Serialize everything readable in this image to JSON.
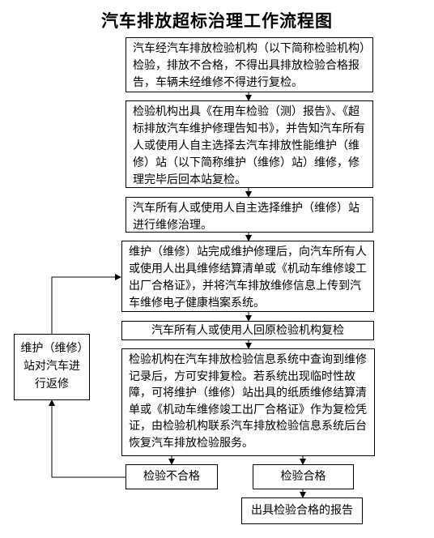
{
  "title": "汽车排放超标治理工作流程图",
  "steps": {
    "step1": "汽车经汽车排放检验机构（以下简称检验机构）检验，排放不合格，不得出具排放检验合格报告，车辆未经维修不得进行复检。",
    "step2": "检验机构出具《在用车检验（测）报告》、《超标排放汽车维护修理告知书》，并告知汽车所有人或使用人自主选择去汽车排放性能维护（维修）站（以下简称维护（维修）站）维修，修理完毕后回本站复检。",
    "step3": "汽车所有人或使用人自主选择维护（维修）站进行维修治理。",
    "step4": "维护（维修）站完成维护修理后，向汽车所有人或使用人出具维修结算清单或《机动车维修竣工出厂合格证》，并将汽车排放维修信息上传到汽车维修电子健康档案系统。",
    "step5": "汽车所有人或使用人回原检验机构复检",
    "step6": "检验机构在汽车排放检验信息系统中查询到维修记录后，方可安排复检。若系统出现临时性故障，可将维护（维修）站出具的纸质维修结算清单或《机动车维修竣工出厂合格证》作为复检凭证，由检验机构联系汽车排放检验信息系统后台恢复汽车排放检验服务。",
    "fail": "检验不合格",
    "pass": "检验合格",
    "report": "出具检验合格的报告",
    "repair": "维护（维修）站对汽车进行返修"
  }
}
